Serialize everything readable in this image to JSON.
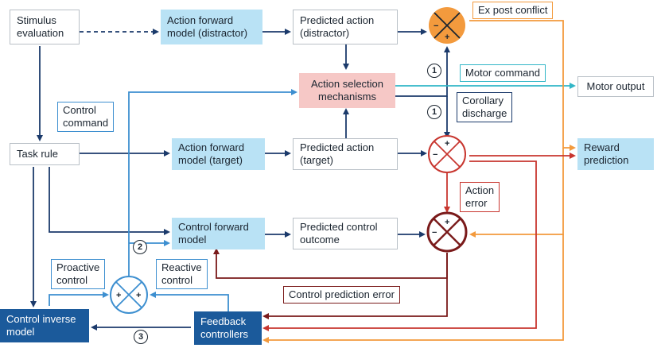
{
  "boxes": {
    "stimulus": "Stimulus\nevaluation",
    "afm_distractor": "Action forward\nmodel (distractor)",
    "pred_action_distractor": "Predicted action\n(distractor)",
    "action_selection": "Action selection\nmechanisms",
    "motor_output": "Motor output",
    "task_rule": "Task rule",
    "afm_target": "Action forward\nmodel (target)",
    "pred_action_target": "Predicted action\n(target)",
    "reward_prediction": "Reward\nprediction",
    "control_forward": "Control forward\nmodel",
    "pred_control_outcome": "Predicted control\noutcome",
    "control_inverse": "Control inverse\nmodel",
    "feedback": "Feedback\ncontrollers"
  },
  "callouts": {
    "ex_post_conflict": "Ex post conflict",
    "motor_command": "Motor command",
    "control_command": "Control\ncommand",
    "corollary_discharge": "Corollary\ndischarge",
    "action_error": "Action\nerror",
    "proactive_control": "Proactive\ncontrol",
    "reactive_control": "Reactive\ncontrol",
    "control_prediction_error": "Control prediction error"
  },
  "badges": {
    "b1_top": "1",
    "b1_bottom": "1",
    "b2": "2",
    "b3": "3"
  },
  "signs": {
    "minus": "−",
    "plus": "+"
  },
  "colors": {
    "navy": "#1b3a6b",
    "light_blue": "#b9e2f5",
    "mid_blue": "#3d8fd0",
    "dark_blue_box": "#1b5a9b",
    "teal": "#31b6c7",
    "orange": "#f39a3d",
    "red": "#c8362f",
    "maroon": "#7a1a1a",
    "pink": "#f6c8c6"
  }
}
